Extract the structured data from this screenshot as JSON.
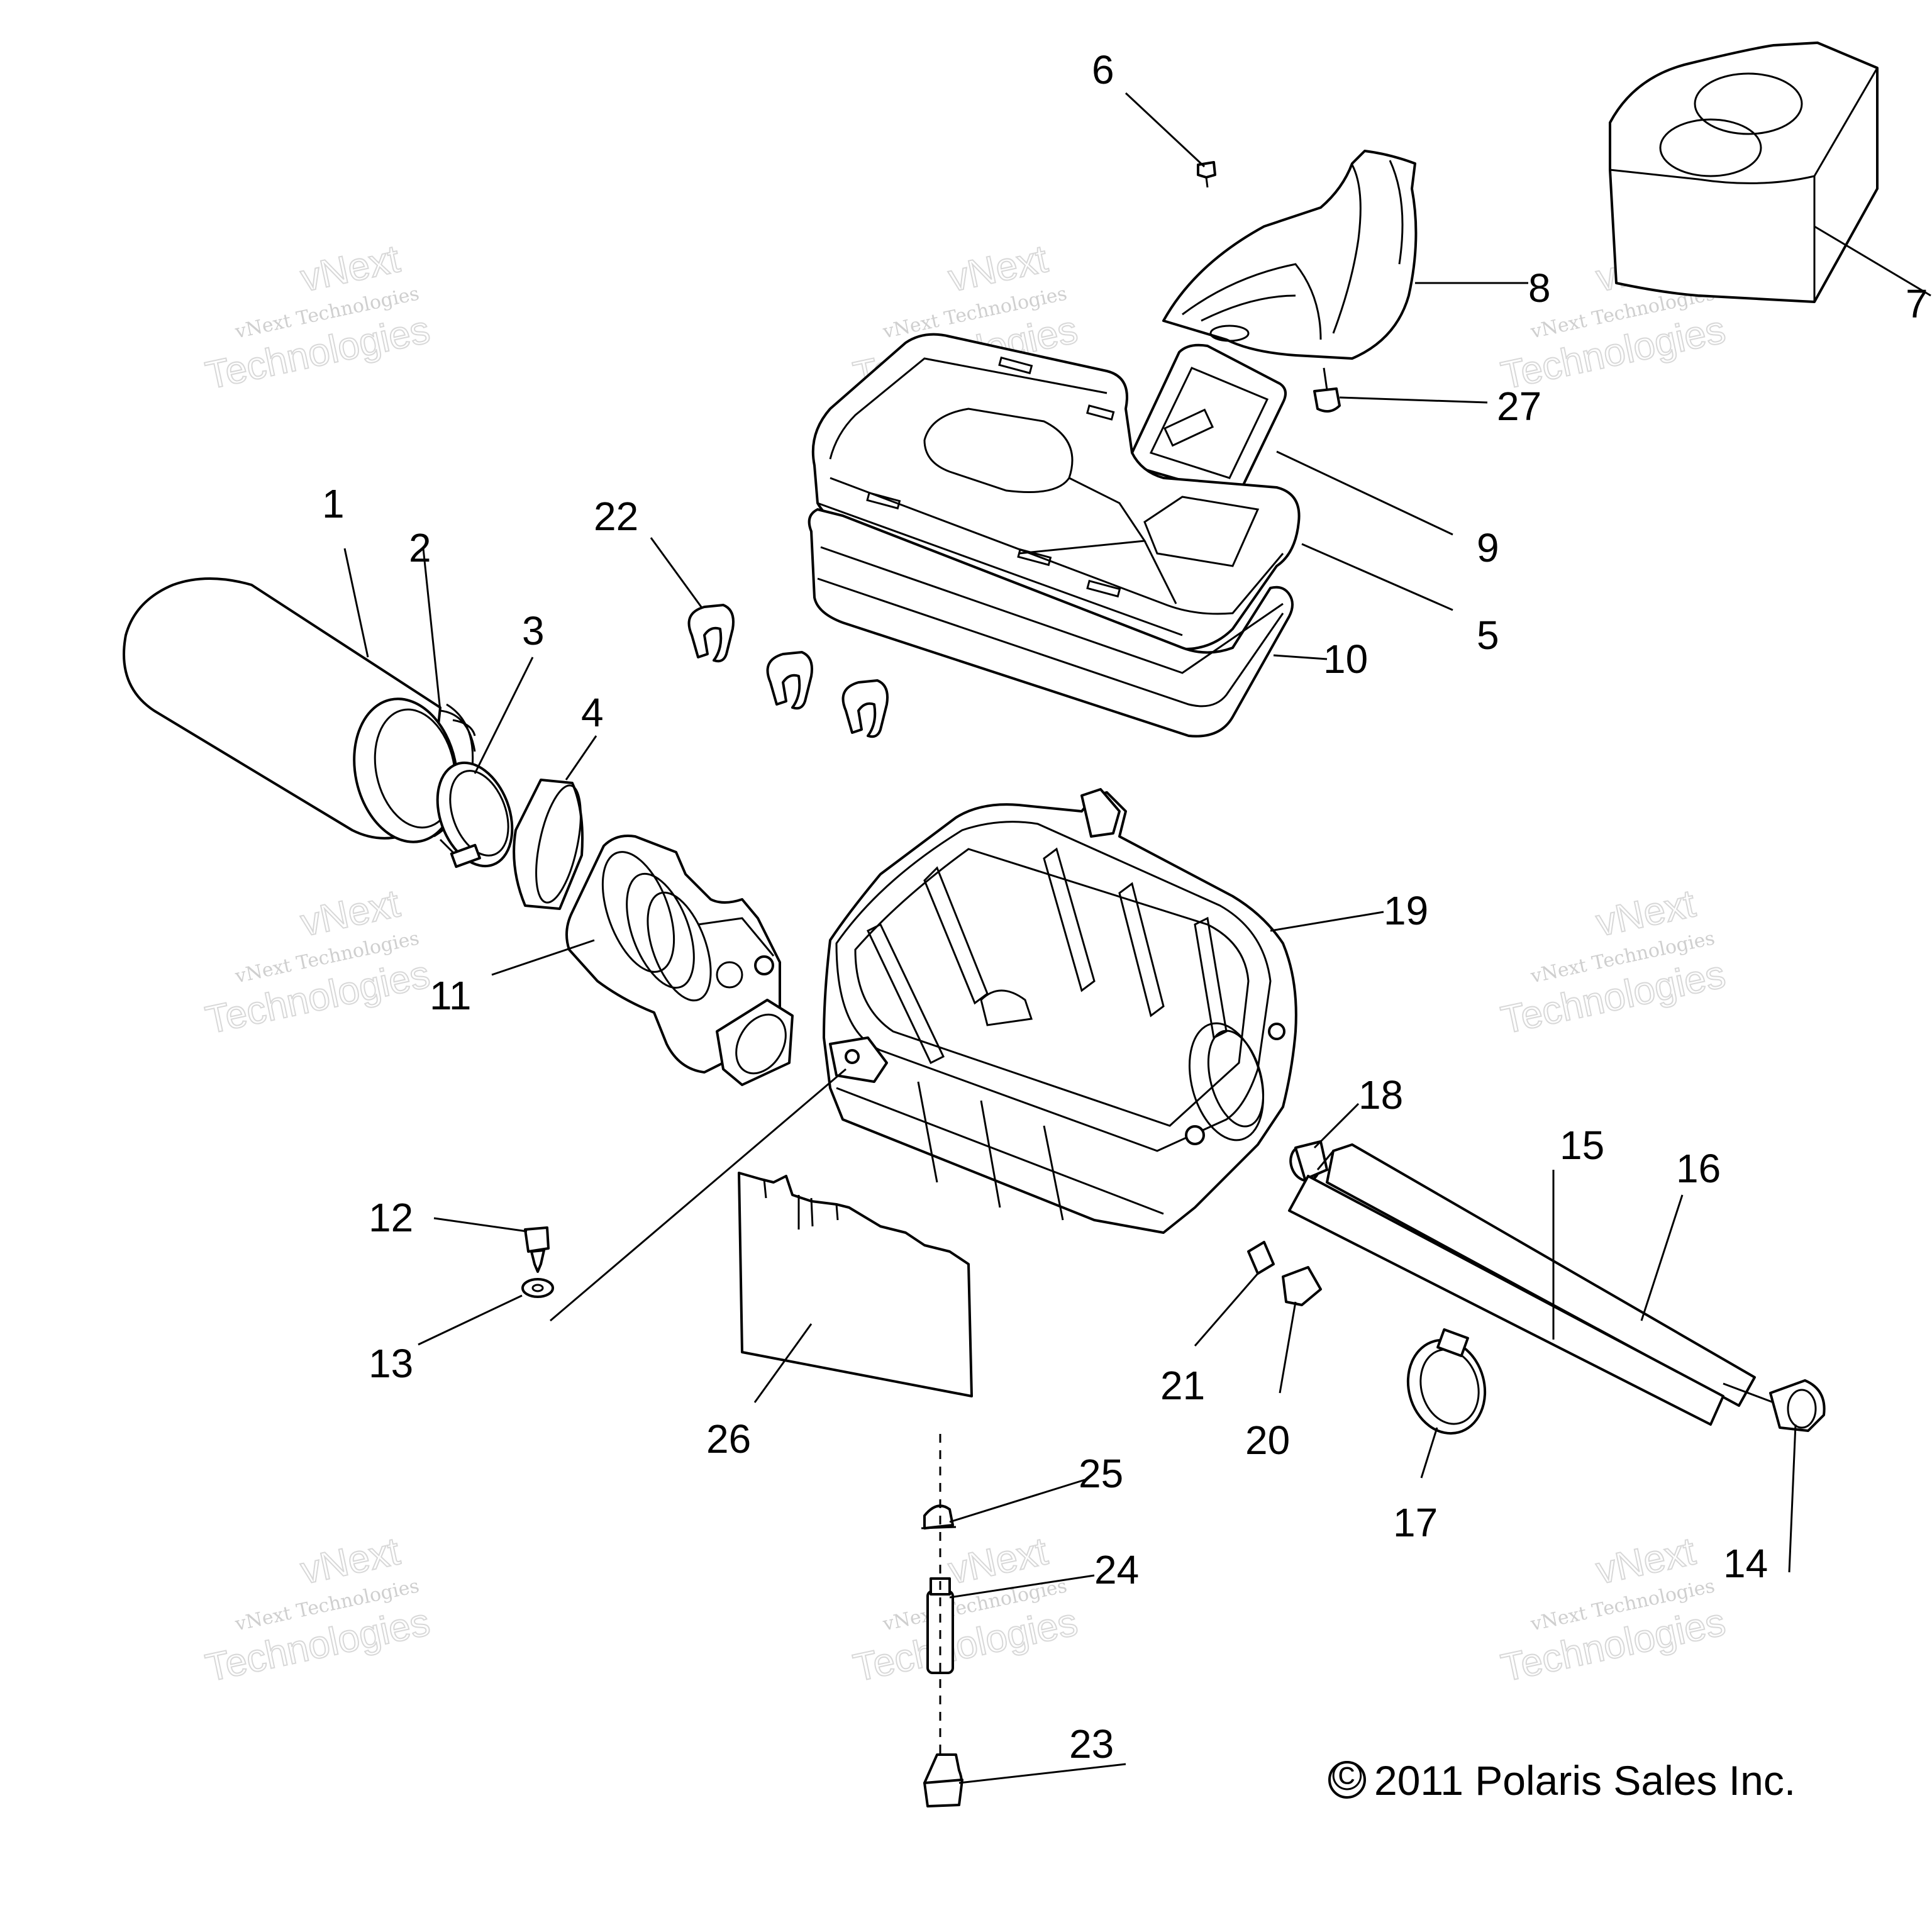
{
  "callouts": [
    "1",
    "2",
    "3",
    "4",
    "5",
    "6",
    "7",
    "8",
    "9",
    "10",
    "11",
    "12",
    "13",
    "14",
    "15",
    "16",
    "17",
    "18",
    "19",
    "20",
    "21",
    "22",
    "23",
    "24",
    "25",
    "26",
    "27"
  ],
  "watermark": {
    "line1": "vNext Technologies",
    "line2": "vNext",
    "line3": "Technologies"
  },
  "copyright": {
    "symbol": "©",
    "text": "2011 Polaris Sales Inc."
  }
}
